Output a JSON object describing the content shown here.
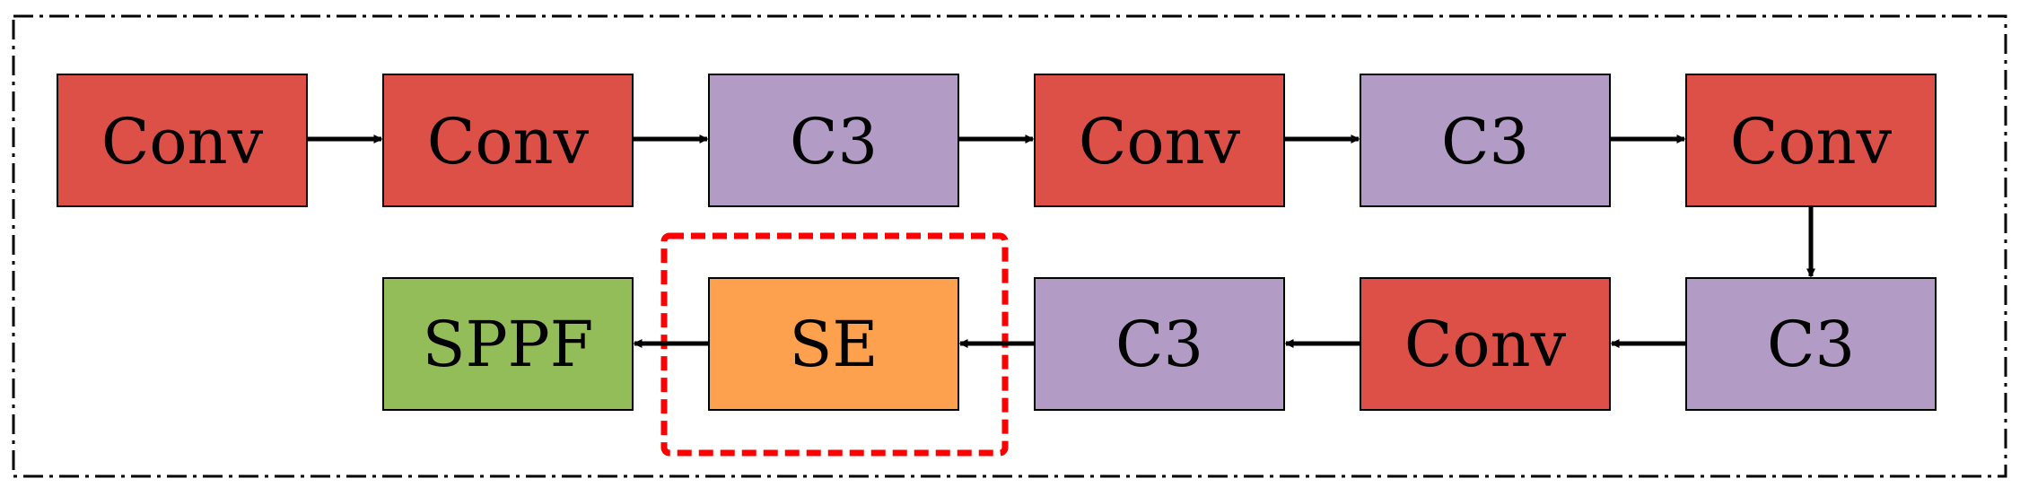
{
  "diagram": {
    "colors": {
      "conv": "#DC5048",
      "c3": "#B29BC4",
      "se": "#FEA14F",
      "sppf": "#93BD59",
      "highlight": "#FF0000",
      "frame": "#000000",
      "arrow": "#000000"
    },
    "row1": [
      {
        "label": "Conv",
        "type": "conv"
      },
      {
        "label": "Conv",
        "type": "conv"
      },
      {
        "label": "C3",
        "type": "c3"
      },
      {
        "label": "Conv",
        "type": "conv"
      },
      {
        "label": "C3",
        "type": "c3"
      },
      {
        "label": "Conv",
        "type": "conv"
      }
    ],
    "row2": [
      {
        "label": "SPPF",
        "type": "sppf"
      },
      {
        "label": "SE",
        "type": "se"
      },
      {
        "label": "C3",
        "type": "c3"
      },
      {
        "label": "Conv",
        "type": "conv"
      },
      {
        "label": "C3",
        "type": "c3"
      }
    ]
  }
}
